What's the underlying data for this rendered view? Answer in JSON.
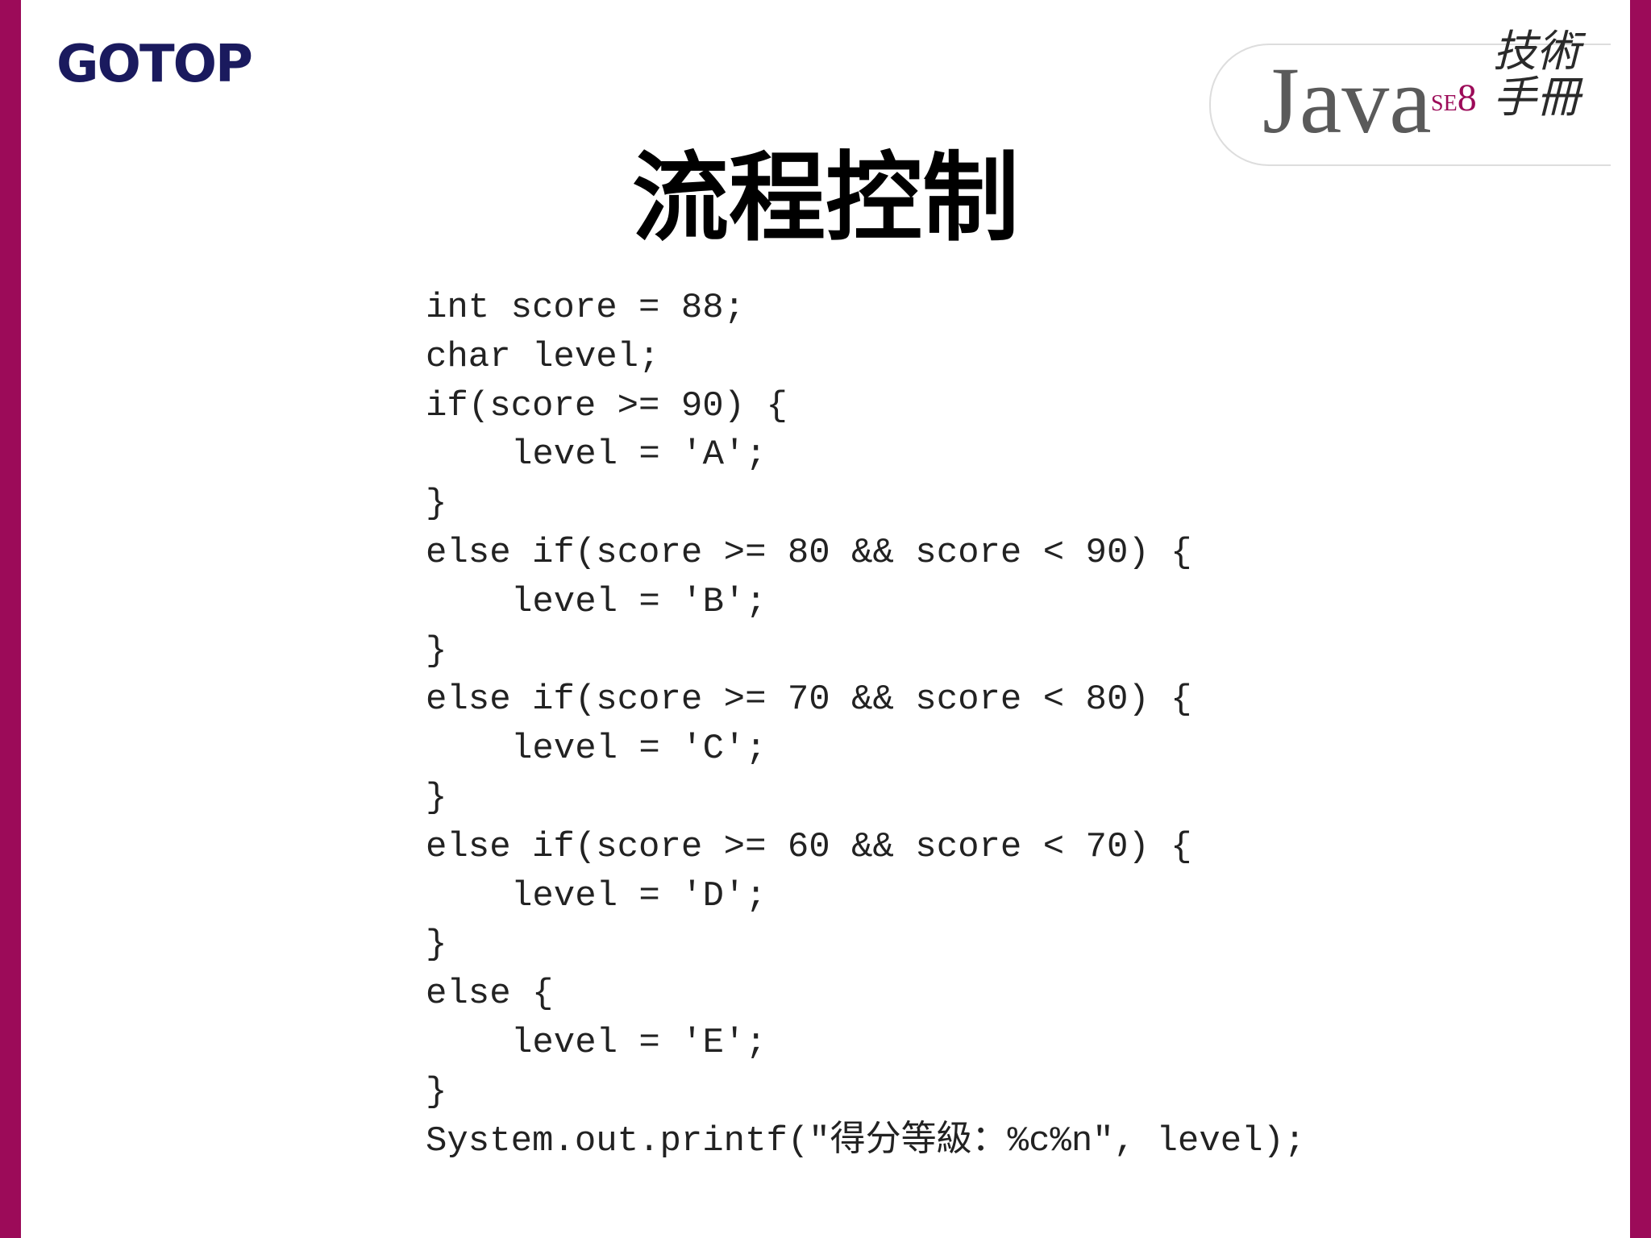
{
  "slide": {
    "publisher_logo": "GOTOP",
    "series_logo": {
      "word": "Java",
      "edition": "SE",
      "version": "8",
      "calligraphy": "技術手冊"
    },
    "title": "流程控制",
    "code": [
      {
        "text": "int score = 88;",
        "indent": false
      },
      {
        "text": "char level;",
        "indent": false
      },
      {
        "text": "if(score >= 90) {",
        "indent": false
      },
      {
        "text": "level = 'A';",
        "indent": true
      },
      {
        "text": "}",
        "indent": false
      },
      {
        "text": "else if(score >= 80 && score < 90) {",
        "indent": false
      },
      {
        "text": "level = 'B';",
        "indent": true
      },
      {
        "text": "}",
        "indent": false
      },
      {
        "text": "else if(score >= 70 && score < 80) {",
        "indent": false
      },
      {
        "text": "level = 'C';",
        "indent": true
      },
      {
        "text": "}",
        "indent": false
      },
      {
        "text": "else if(score >= 60 && score < 70) {",
        "indent": false
      },
      {
        "text": "level = 'D';",
        "indent": true
      },
      {
        "text": "}",
        "indent": false
      },
      {
        "text": "else {",
        "indent": false
      },
      {
        "text": "level = 'E';",
        "indent": true
      },
      {
        "text": "}",
        "indent": false
      },
      {
        "text": "System.out.printf(\"得分等級：%c%n\", level);",
        "indent": false
      }
    ]
  },
  "colors": {
    "frame": "#9c0b59",
    "publisher_logo": "#1a1a5e",
    "text": "#222222"
  }
}
